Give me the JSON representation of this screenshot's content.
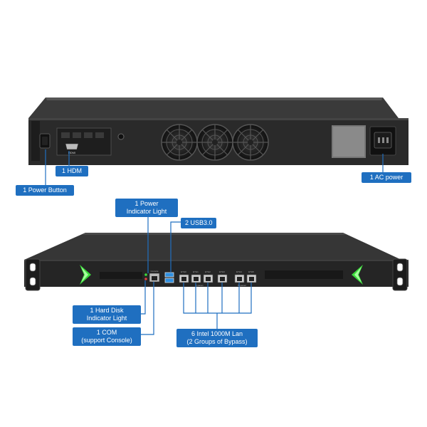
{
  "back_panel": {
    "hdmi_port_label": "HDMI"
  },
  "front_panel": {
    "lan_port_labels": [
      "ETH0",
      "ETH1",
      "ETH2",
      "ETH3",
      "ETH4",
      "ETH5"
    ],
    "bypass_labels": [
      "Bypass1",
      "Bypass2"
    ],
    "console_port_label": "Console"
  },
  "callouts": {
    "hdm": "1 HDM",
    "power_button": "1 Power Button",
    "ac_power": "1 AC power",
    "power_indicator_line1": "1 Power",
    "power_indicator_line2": "Indicator Light",
    "usb": "2 USB3.0",
    "hdd_line1": "1 Hard Disk",
    "hdd_line2": "Indicator Light",
    "com_line1": "1 COM",
    "com_line2": "(support Console)",
    "lan_line1": "6 Intel 1000M Lan",
    "lan_line2": "(2 Groups of Bypass)"
  },
  "colors": {
    "callout_blue": "#1f6fc0",
    "chassis": "#2b2b2b",
    "led_green": "#3ddc3d",
    "port_blue": "#2f8fe0"
  }
}
